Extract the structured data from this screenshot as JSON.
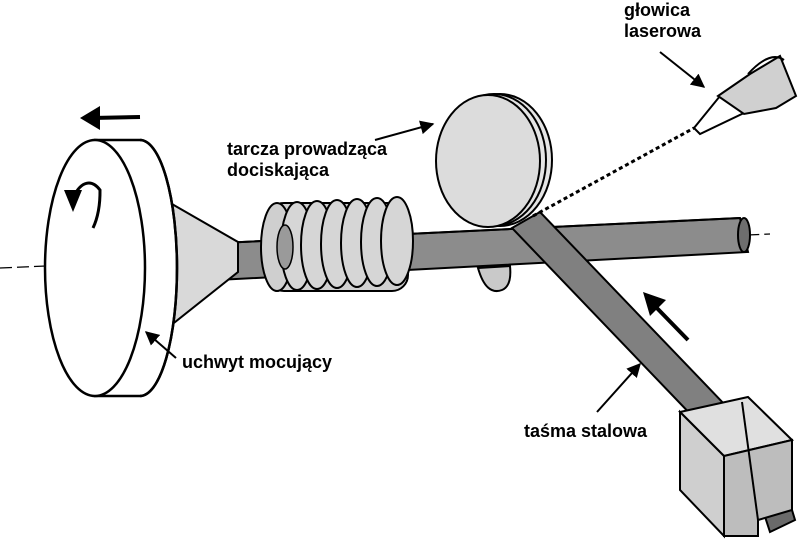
{
  "labels": {
    "laser_head": [
      "głowica",
      "laserowa"
    ],
    "guide_disc": [
      "tarcza prowadząca",
      "dociskająca"
    ],
    "chuck": "uchwyt mocujący",
    "steel_strip": "taśma stalowa"
  },
  "colors": {
    "outline": "#000000",
    "shaft": "#8c8c8c",
    "strip": "#7f7f7f",
    "light_part": "#d6d6d6",
    "coil": "#cfcfcf",
    "background": "#ffffff"
  },
  "icons": {
    "rotation_direction": "curved-arrow-icon",
    "motion_direction": "arrow-icon"
  }
}
